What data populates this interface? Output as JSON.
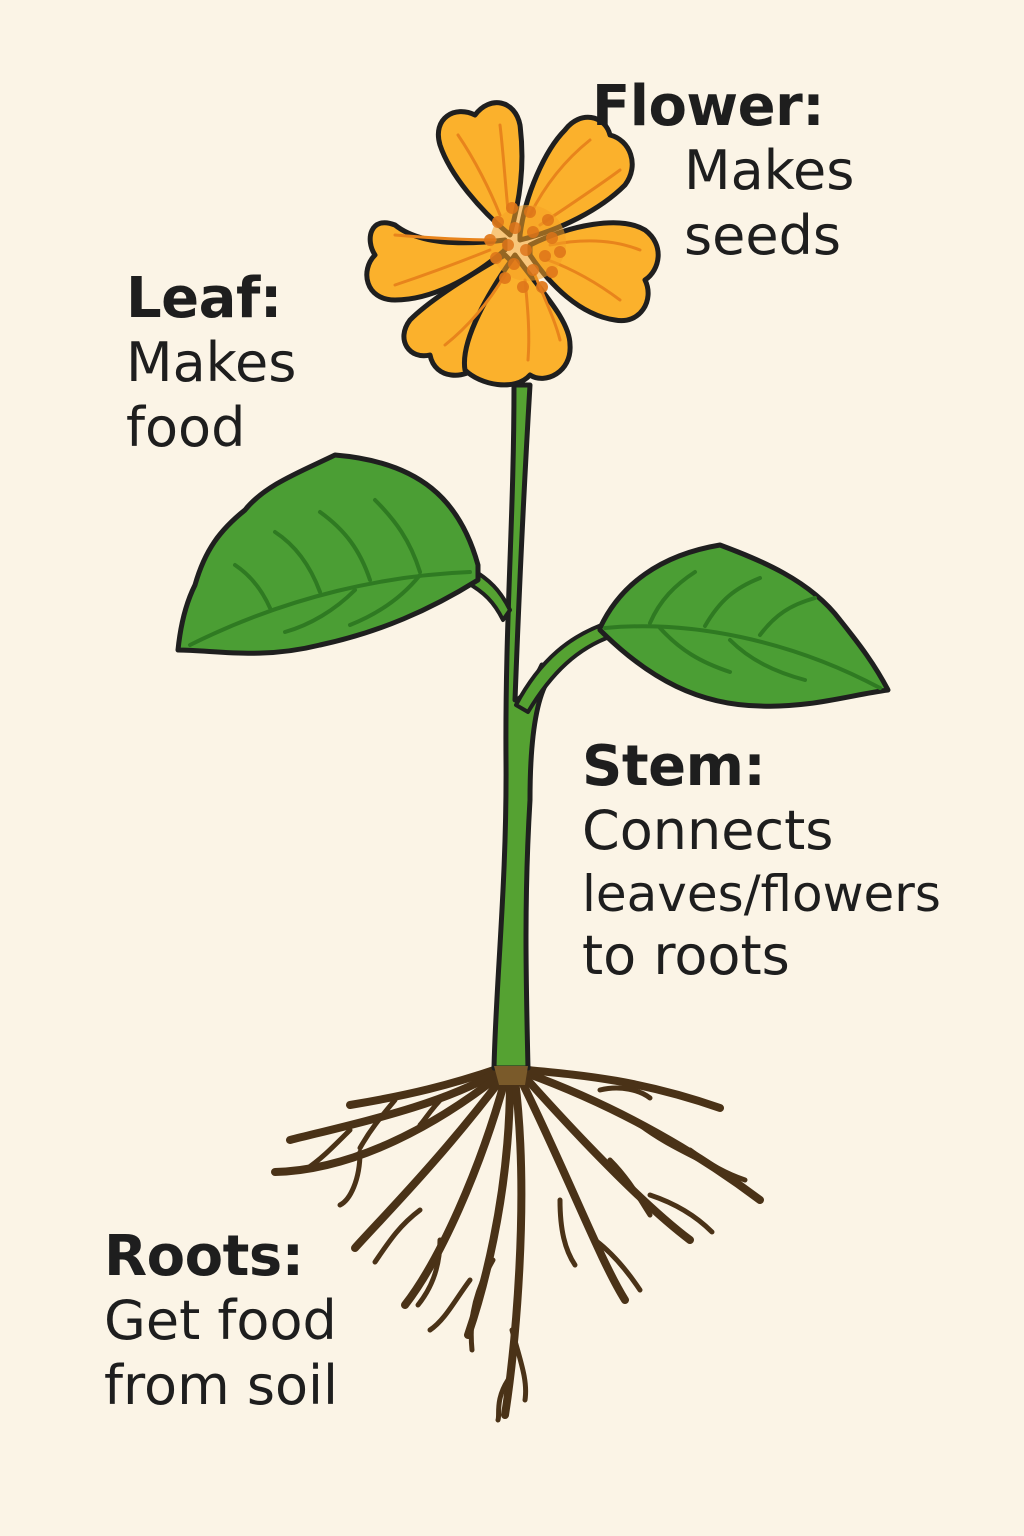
{
  "labels": {
    "flower": {
      "term": "Flower:",
      "line1": "Makes",
      "line2": "seeds"
    },
    "leaf": {
      "term": "Leaf:",
      "line1": "Makes",
      "line2": "food"
    },
    "stem": {
      "term": "Stem:",
      "line1": "Connects",
      "line2": "leaves/flowers",
      "line3": "to roots"
    },
    "roots": {
      "term": "Roots:",
      "line1": "Get food",
      "line2": "from soil"
    }
  },
  "colors": {
    "background": "#fbf4e6",
    "petal": "#fbb12c",
    "petal_vein": "#e8841c",
    "flower_center": "#e0781a",
    "leaf": "#4b9e34",
    "leaf_vein": "#2f7a22",
    "stem": "#55a232",
    "root": "#4a3217",
    "outline": "#1f1f1f",
    "text": "#1e1e1e"
  }
}
